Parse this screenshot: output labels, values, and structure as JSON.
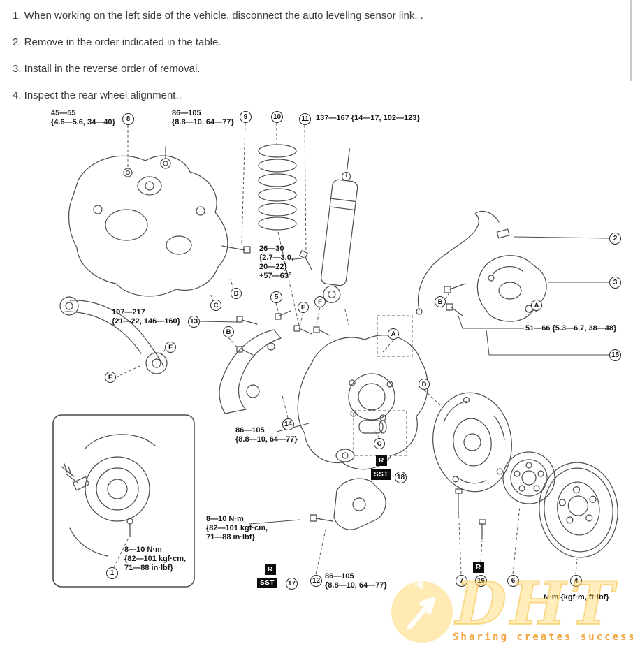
{
  "instructions": [
    "1. When working on the left side of the vehicle, disconnect the auto leveling sensor link. .",
    "2. Remove in the order indicated in the table.",
    "3. Install in the reverse order of removal.",
    "4. Inspect the rear wheel alignment.."
  ],
  "diagram": {
    "numbers": [
      "1",
      "2",
      "3",
      "4",
      "5",
      "6",
      "7",
      "8",
      "9",
      "10",
      "11",
      "12",
      "13",
      "14",
      "15",
      "16",
      "17",
      "18"
    ],
    "letters": {
      "a": "A",
      "b": "B",
      "c": "C",
      "d": "D",
      "e": "E",
      "f": "F"
    },
    "badges": {
      "r": "R",
      "sst": "SST"
    },
    "labels": {
      "spec_45_55": {
        "l1": "45—55",
        "l2": "{4.6—5.6, 34—40}"
      },
      "spec_86_105_top": {
        "l1": "86—105",
        "l2": "{8.8—10, 64—77}"
      },
      "spec_137_167": {
        "l1": "137—167 {14—17, 102—123}"
      },
      "spec_26_30": {
        "l1": "26—30",
        "l2": "{2.7—3.0,",
        "l3": "20—22}",
        "l4": "+57—63°"
      },
      "spec_197_217": {
        "l1": "197—217",
        "l2": "{21—22, 146—160}"
      },
      "spec_51_66": {
        "l1": "51—66 {5.3—6.7, 38—48}"
      },
      "spec_86_105_mid": {
        "l1": "86—105",
        "l2": "{8.8—10, 64—77}"
      },
      "spec_8_10_inset": {
        "l1": "8—10 N·m",
        "l2": "{82—101 kgf·cm,",
        "l3": "71—88 in·lbf}"
      },
      "spec_8_10_main": {
        "l1": "8—10 N·m",
        "l2": "{82—101 kgf·cm,",
        "l3": "71—88 in·lbf}"
      },
      "spec_86_105_bottom": {
        "l1": "86—105",
        "l2": "{8.8—10, 64—77}"
      },
      "units_note": {
        "l1": "N·m {kgf·m, ft·lbf}"
      }
    }
  },
  "watermark": {
    "brand": "DHT",
    "slogan": "Sharing creates success"
  },
  "colors": {
    "watermark_yellow": "#ffd65c",
    "slogan_orange": "#f2a43c",
    "line_gray": "#4b4b4b"
  }
}
